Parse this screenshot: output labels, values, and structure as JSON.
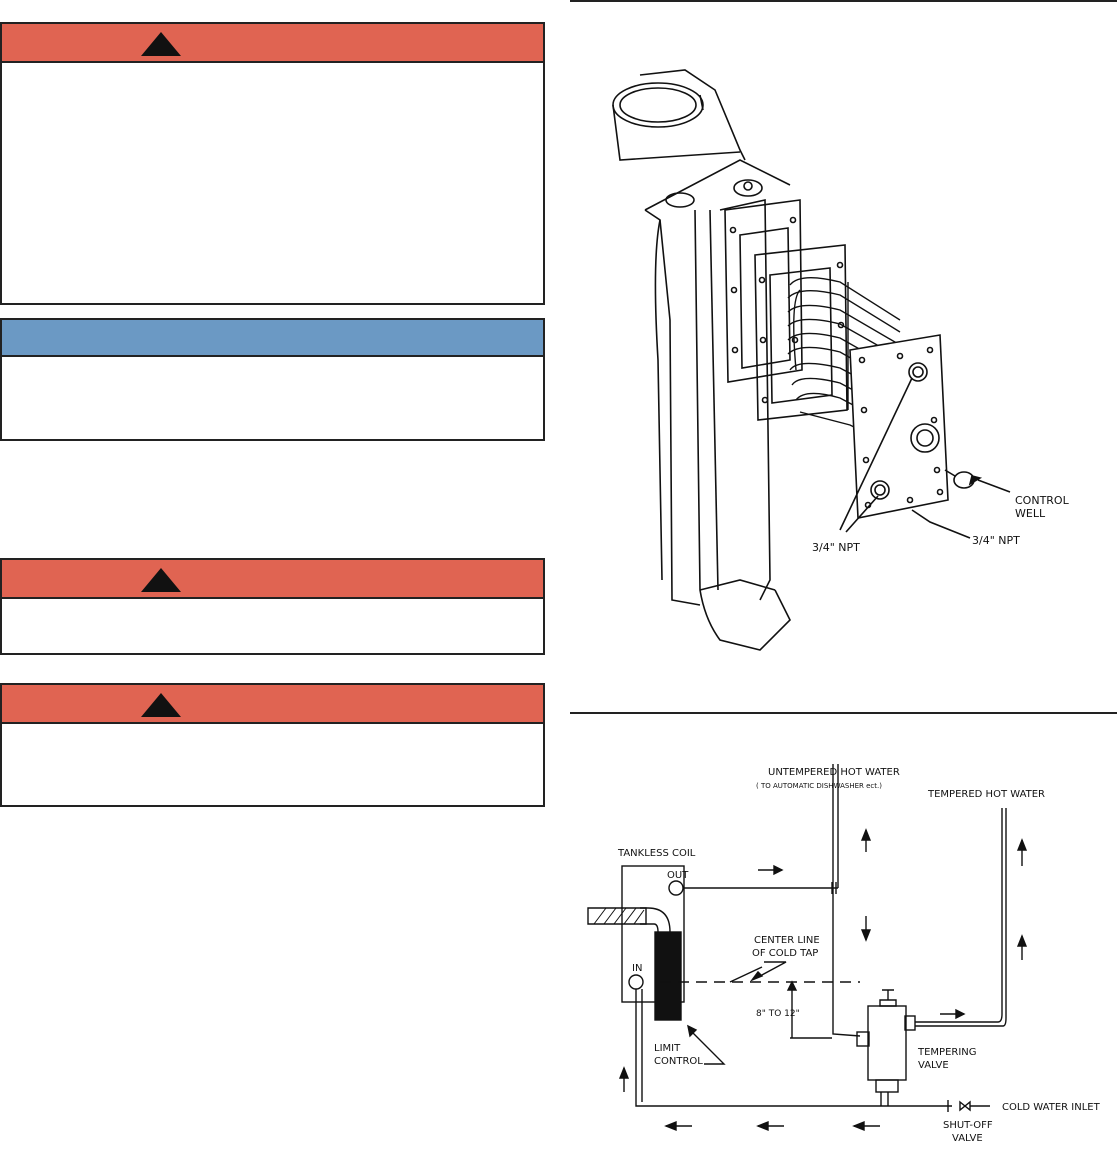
{
  "figure_coil": {
    "labels": {
      "control_well": "CONTROL",
      "control_well_2": "WELL",
      "npt_left": "3/4\" NPT",
      "npt_right": "3/4\" NPT"
    }
  },
  "figure_piping": {
    "labels": {
      "untempered": "UNTEMPERED HOT WATER",
      "untempered_sub": "( TO AUTOMATIC DISHWASHER ect.)",
      "tempered": "TEMPERED HOT WATER",
      "tankless_coil": "TANKLESS COIL",
      "out": "OUT",
      "in": "IN",
      "center_line_1": "CENTER LINE",
      "center_line_2": "OF COLD TAP",
      "distance": "8\" TO 12\"",
      "limit_control_1": "LIMIT",
      "limit_control_2": "CONTROL",
      "tempering_1": "TEMPERING",
      "tempering_2": "VALVE",
      "cold_inlet": "COLD WATER INLET",
      "shutoff_1": "SHUT-OFF",
      "shutoff_2": "VALVE"
    }
  },
  "colors": {
    "danger_header": "#e06452",
    "notice_header": "#6b99c4"
  }
}
